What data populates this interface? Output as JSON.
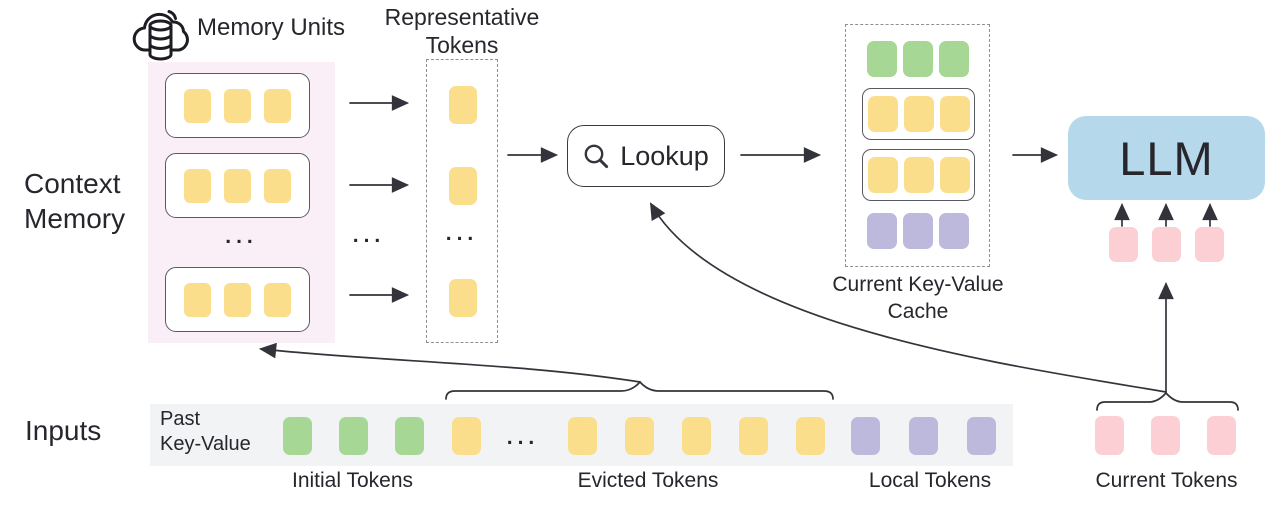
{
  "colors": {
    "yellow": "#FBDE8C",
    "green": "#A7D795",
    "purple": "#BDB9DC",
    "pink": "#FBCFD4",
    "blue": "#B5D8EB",
    "panel_pink": "#FAEFF7",
    "strip_gray": "#F2F3F4",
    "line": "#33333B",
    "text": "#26262C"
  },
  "context_memory": {
    "title_line1": "Context",
    "title_line2": "Memory",
    "memory_units_label": "Memory Units",
    "ellipsis": "...",
    "unit_tokens": {
      "count": 3,
      "color": "yellow"
    }
  },
  "representative": {
    "title_line1": "Representative",
    "title_line2": "Tokens",
    "ellipsis": "...",
    "arrows_ellipsis": "...",
    "token_single": {
      "count": 1,
      "color": "yellow"
    }
  },
  "lookup": {
    "label": "Lookup"
  },
  "kv_cache": {
    "title_line1": "Current Key-Value",
    "title_line2": "Cache",
    "row_initial": {
      "count": 3,
      "color": "green"
    },
    "row_unit1": {
      "count": 3,
      "color": "yellow"
    },
    "row_unit2": {
      "count": 3,
      "color": "yellow"
    },
    "row_local": {
      "count": 3,
      "color": "purple"
    }
  },
  "llm": {
    "label": "LLM",
    "input_tokens": {
      "count": 3,
      "color": "pink"
    }
  },
  "inputs": {
    "label": "Inputs",
    "past_kv_line1": "Past",
    "past_kv_line2": "Key-Value",
    "ellipsis": "...",
    "initial": {
      "label": "Initial Tokens",
      "tokens": {
        "count": 3,
        "color": "green"
      }
    },
    "evicted": {
      "label": "Evicted Tokens",
      "tokens_before": {
        "count": 1,
        "color": "yellow"
      },
      "tokens_after": {
        "count": 5,
        "color": "yellow"
      }
    },
    "local": {
      "label": "Local Tokens",
      "tokens": {
        "count": 3,
        "color": "purple"
      }
    },
    "current": {
      "label": "Current Tokens",
      "tokens": {
        "count": 3,
        "color": "pink"
      }
    }
  }
}
